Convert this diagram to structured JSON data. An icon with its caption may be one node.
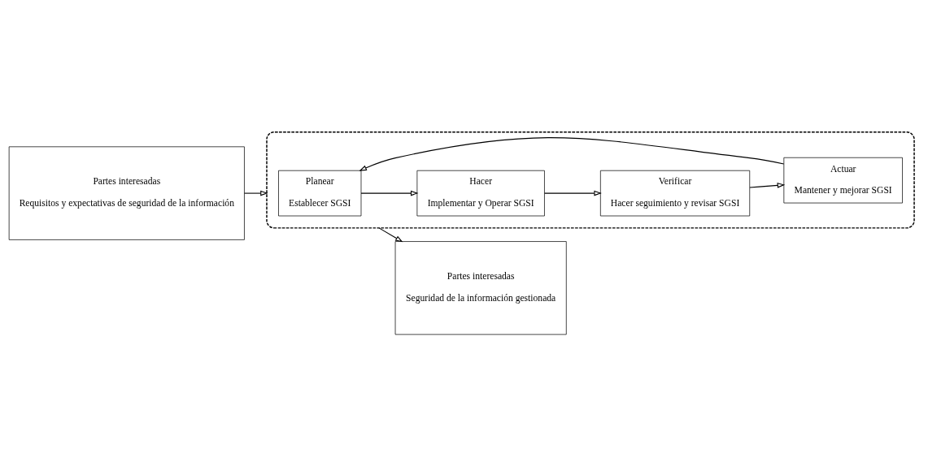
{
  "diagram": {
    "nodes": [
      {
        "text": [
          "Partes interesadas",
          "Requisitos y expectativas de seguridad de la información"
        ]
      },
      {
        "text": [],
        "shape": "ellipse"
      },
      {
        "text": [
          "Planear",
          "Establecer SGSI"
        ],
        "in": 1
      },
      {
        "text": [
          "Hacer",
          "Implementar y Operar SGSI"
        ],
        "in": 1
      },
      {
        "text": [
          "Actuar",
          "Mantener y mejorar SGSI"
        ],
        "in": 1
      },
      {
        "text": [
          "Verificar",
          "Hacer seguimiento y revisar SGSI"
        ],
        "in": 1
      },
      {
        "text": [
          "Partes interesadas",
          "Seguridad de la información gestionada"
        ]
      }
    ],
    "edges": [
      {
        "from": 0,
        "to": 1,
        "arrow": "to"
      },
      {
        "from": 2,
        "to": 3,
        "arrow": "to"
      },
      {
        "from": 3,
        "to": 5,
        "arrow": "to"
      },
      {
        "from": 5,
        "to": 4,
        "arrow": "to"
      },
      {
        "from": 4,
        "to": 2,
        "arrow": "to"
      },
      {
        "from": 1,
        "to": 6,
        "arrow": "to"
      }
    ]
  }
}
